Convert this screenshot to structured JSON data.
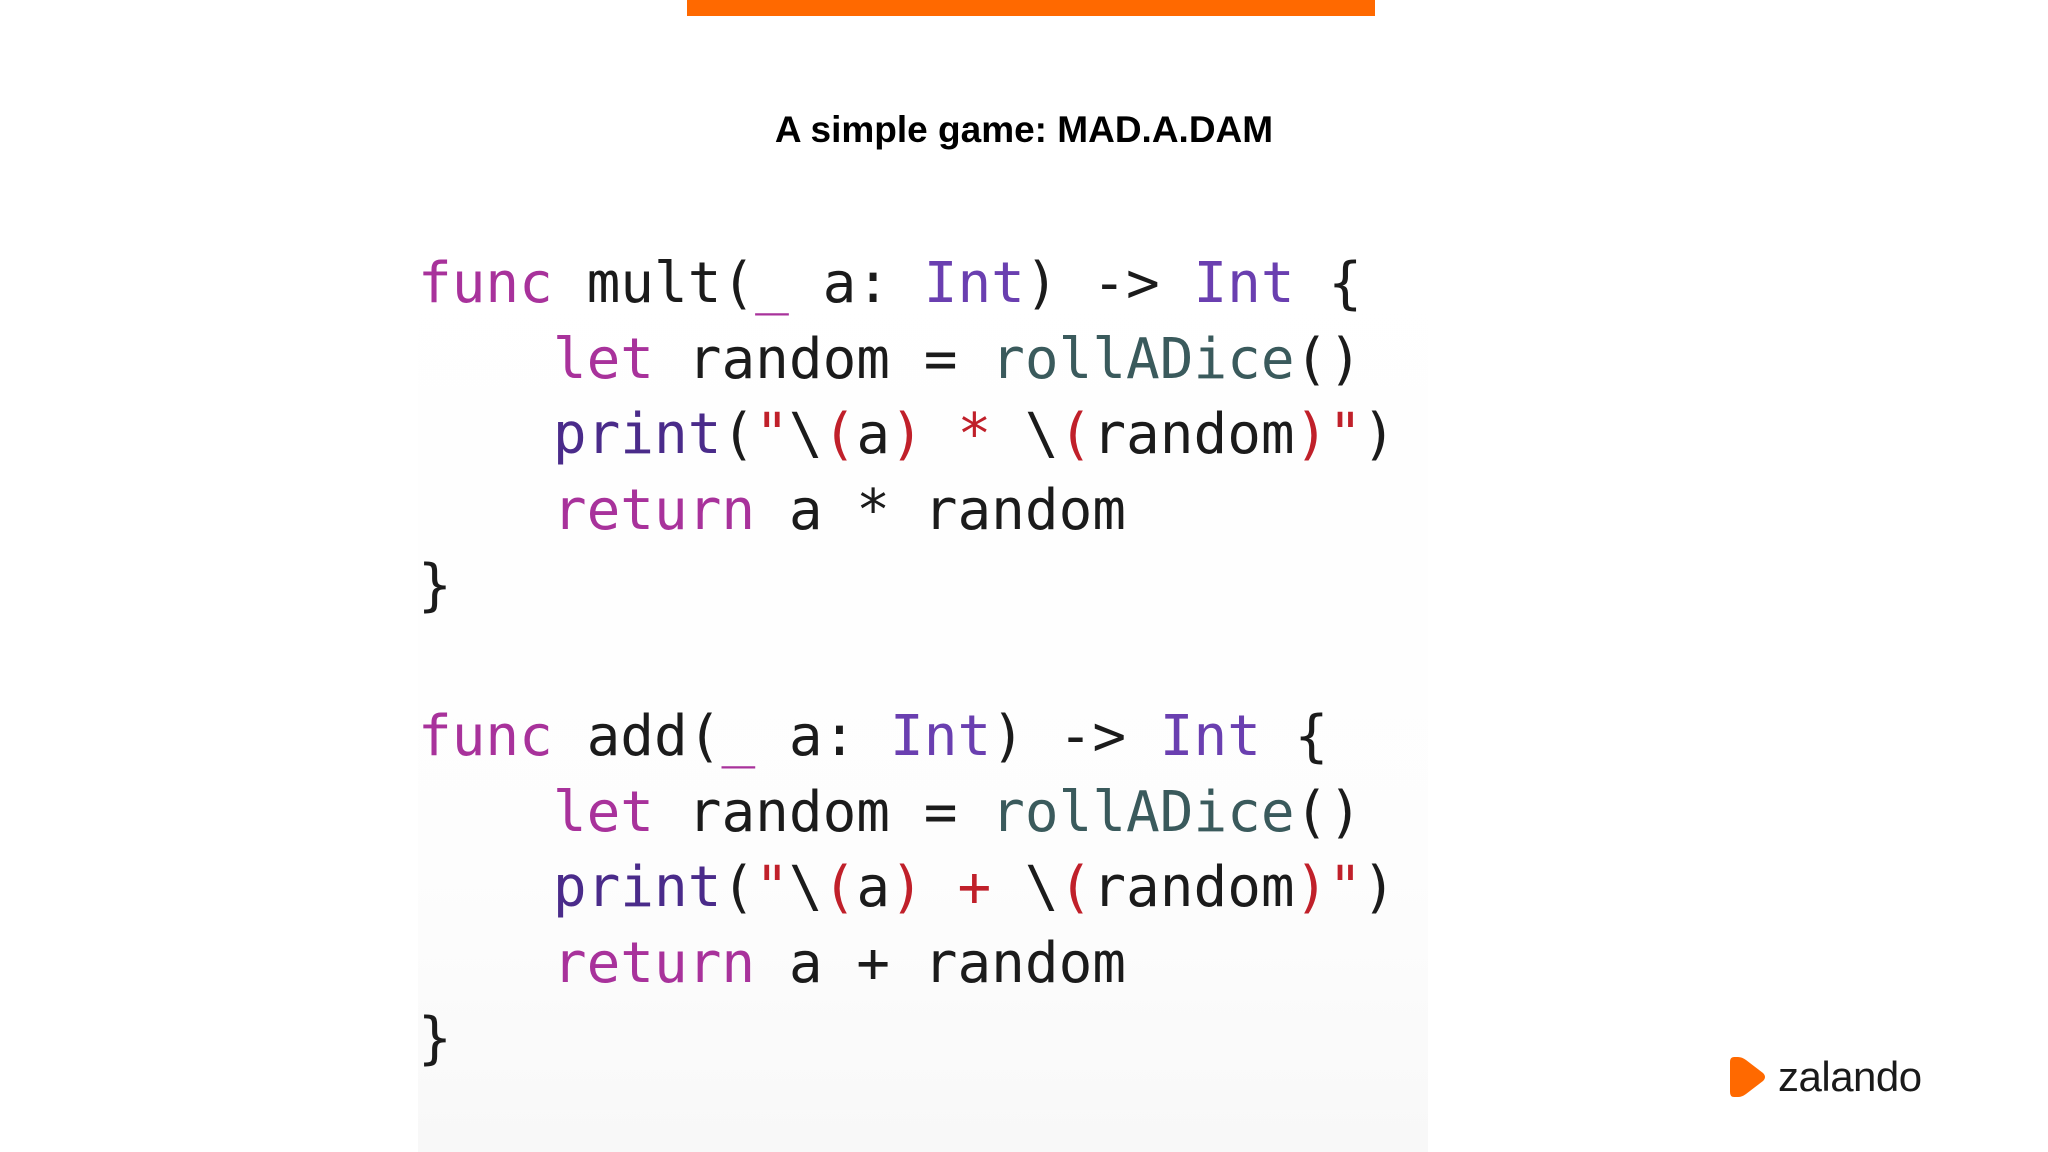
{
  "slide": {
    "title": "A simple game: MAD.A.DAM",
    "accent_color": "#ff6900"
  },
  "code": {
    "language": "swift",
    "lines": [
      {
        "indent": "",
        "tokens": [
          {
            "t": "func",
            "k": "keyword"
          },
          {
            "t": " ",
            "k": "ident"
          },
          {
            "t": "mult",
            "k": "ident"
          },
          {
            "t": "(",
            "k": "punct"
          },
          {
            "t": "_",
            "k": "keyword"
          },
          {
            "t": " a: ",
            "k": "ident"
          },
          {
            "t": "Int",
            "k": "type"
          },
          {
            "t": ") -> ",
            "k": "punct"
          },
          {
            "t": "Int",
            "k": "type"
          },
          {
            "t": " {",
            "k": "punct"
          }
        ]
      },
      {
        "indent": "    ",
        "tokens": [
          {
            "t": "let",
            "k": "keyword"
          },
          {
            "t": " random = ",
            "k": "ident"
          },
          {
            "t": "rollADice",
            "k": "func"
          },
          {
            "t": "()",
            "k": "punct"
          }
        ]
      },
      {
        "indent": "    ",
        "tokens": [
          {
            "t": "print",
            "k": "call"
          },
          {
            "t": "(",
            "k": "punct"
          },
          {
            "t": "\"",
            "k": "str"
          },
          {
            "t": "\\",
            "k": "punct"
          },
          {
            "t": "(",
            "k": "str"
          },
          {
            "t": "a",
            "k": "ident"
          },
          {
            "t": ") * ",
            "k": "str"
          },
          {
            "t": "\\",
            "k": "punct"
          },
          {
            "t": "(",
            "k": "str"
          },
          {
            "t": "random",
            "k": "ident"
          },
          {
            "t": ")\"",
            "k": "str"
          },
          {
            "t": ")",
            "k": "punct"
          }
        ]
      },
      {
        "indent": "    ",
        "tokens": [
          {
            "t": "return",
            "k": "keyword"
          },
          {
            "t": " a * random",
            "k": "ident"
          }
        ]
      },
      {
        "indent": "",
        "tokens": [
          {
            "t": "}",
            "k": "punct"
          }
        ]
      },
      {
        "indent": "",
        "tokens": []
      },
      {
        "indent": "",
        "tokens": [
          {
            "t": "func",
            "k": "keyword"
          },
          {
            "t": " ",
            "k": "ident"
          },
          {
            "t": "add",
            "k": "ident"
          },
          {
            "t": "(",
            "k": "punct"
          },
          {
            "t": "_",
            "k": "keyword"
          },
          {
            "t": " a: ",
            "k": "ident"
          },
          {
            "t": "Int",
            "k": "type"
          },
          {
            "t": ") -> ",
            "k": "punct"
          },
          {
            "t": "Int",
            "k": "type"
          },
          {
            "t": " {",
            "k": "punct"
          }
        ]
      },
      {
        "indent": "    ",
        "tokens": [
          {
            "t": "let",
            "k": "keyword"
          },
          {
            "t": " random = ",
            "k": "ident"
          },
          {
            "t": "rollADice",
            "k": "func"
          },
          {
            "t": "()",
            "k": "punct"
          }
        ]
      },
      {
        "indent": "    ",
        "tokens": [
          {
            "t": "print",
            "k": "call"
          },
          {
            "t": "(",
            "k": "punct"
          },
          {
            "t": "\"",
            "k": "str"
          },
          {
            "t": "\\",
            "k": "punct"
          },
          {
            "t": "(",
            "k": "str"
          },
          {
            "t": "a",
            "k": "ident"
          },
          {
            "t": ") + ",
            "k": "str"
          },
          {
            "t": "\\",
            "k": "punct"
          },
          {
            "t": "(",
            "k": "str"
          },
          {
            "t": "random",
            "k": "ident"
          },
          {
            "t": ")\"",
            "k": "str"
          },
          {
            "t": ")",
            "k": "punct"
          }
        ]
      },
      {
        "indent": "    ",
        "tokens": [
          {
            "t": "return",
            "k": "keyword"
          },
          {
            "t": " a + random",
            "k": "ident"
          }
        ]
      },
      {
        "indent": "",
        "tokens": [
          {
            "t": "}",
            "k": "punct"
          }
        ]
      }
    ]
  },
  "brand": {
    "name": "zalando",
    "logo_icon": "zalando-play-logo",
    "logo_color": "#ff6900"
  }
}
